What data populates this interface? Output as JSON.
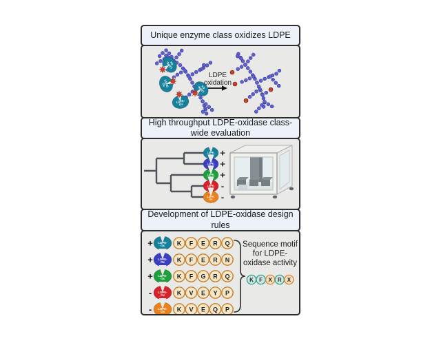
{
  "figure": {
    "panel1": {
      "title": "Unique enzyme class oxidizes LDPE",
      "arrow_label_lines": [
        "LDPE",
        "oxidation"
      ],
      "enzyme_label_lines": [
        "LDPE-",
        "Ox"
      ],
      "enzyme_color": "#17809b"
    },
    "panel2": {
      "title_lines": [
        "High throughput LDPE-oxidase class-",
        "wide evaluation"
      ],
      "tree_leaves": [
        {
          "label_lines": [
            "LDPE-",
            "Ox"
          ],
          "color": "#17809b",
          "activity": "+"
        },
        {
          "label_lines": [
            "LDPE-",
            "Ox"
          ],
          "color": "#3a3fc1",
          "activity": "+"
        },
        {
          "label_lines": [
            "LDPE-",
            "Ox"
          ],
          "color": "#1f9e3e",
          "activity": "+"
        },
        {
          "label_lines": [
            "LDPE-",
            "Ox"
          ],
          "color": "#d6202a",
          "activity": "-"
        },
        {
          "label_lines": [
            "LDPE-",
            "Ox"
          ],
          "color": "#e9821e",
          "activity": "-"
        }
      ]
    },
    "panel3": {
      "title_lines": [
        "Development of LDPE-oxidase design",
        "rules"
      ],
      "rows": [
        {
          "activity": "+",
          "color": "#17809b",
          "label_lines": [
            "LDPE-",
            "Ox"
          ],
          "sequence": [
            "K",
            "F",
            "E",
            "R",
            "Q"
          ]
        },
        {
          "activity": "+",
          "color": "#3a3fc1",
          "label_lines": [
            "LDPE-",
            "Ox"
          ],
          "sequence": [
            "K",
            "F",
            "E",
            "R",
            "N"
          ]
        },
        {
          "activity": "+",
          "color": "#1f9e3e",
          "label_lines": [
            "LDPE-",
            "Ox"
          ],
          "sequence": [
            "K",
            "F",
            "G",
            "R",
            "Q"
          ]
        },
        {
          "activity": "-",
          "color": "#d6202a",
          "label_lines": [
            "LDPE-",
            "Ox"
          ],
          "sequence": [
            "K",
            "V",
            "E",
            "Y",
            "P"
          ]
        },
        {
          "activity": "-",
          "color": "#e9821e",
          "label_lines": [
            "LDPE-",
            "Ox"
          ],
          "sequence": [
            "K",
            "V",
            "E",
            "Q",
            "P"
          ]
        }
      ],
      "motif_caption_lines": [
        "Sequence motif",
        "for LDPE-",
        "oxidase activity"
      ],
      "motif": [
        {
          "letter": "K",
          "variable": false
        },
        {
          "letter": "F",
          "variable": false
        },
        {
          "letter": "X",
          "variable": true
        },
        {
          "letter": "R",
          "variable": false
        },
        {
          "letter": "X",
          "variable": true
        }
      ]
    },
    "colors": {
      "panel_bg": "#e9e9e7",
      "title_box_bg": "#edf2fa",
      "box_border": "#2d2d2d",
      "bead": "#6161d3",
      "bead_outline": "#3a3a9a",
      "oxidized_bead": "#bf4634",
      "oxidized_bead_outline": "#7e2315",
      "active_site_star": "#e2402f",
      "active_site_star_outline": "#8e2015",
      "tree_line": "#4c5257",
      "text_dark": "#1b1b1b",
      "seq_circle_fill": "#f6e7c9",
      "seq_circle_border": "#c4802e",
      "motif_conserved_fill": "#cfe9e3",
      "motif_conserved_border": "#2d9d8f",
      "motif_variable_fill": "#f8dfbc",
      "motif_variable_border": "#d68433"
    }
  }
}
